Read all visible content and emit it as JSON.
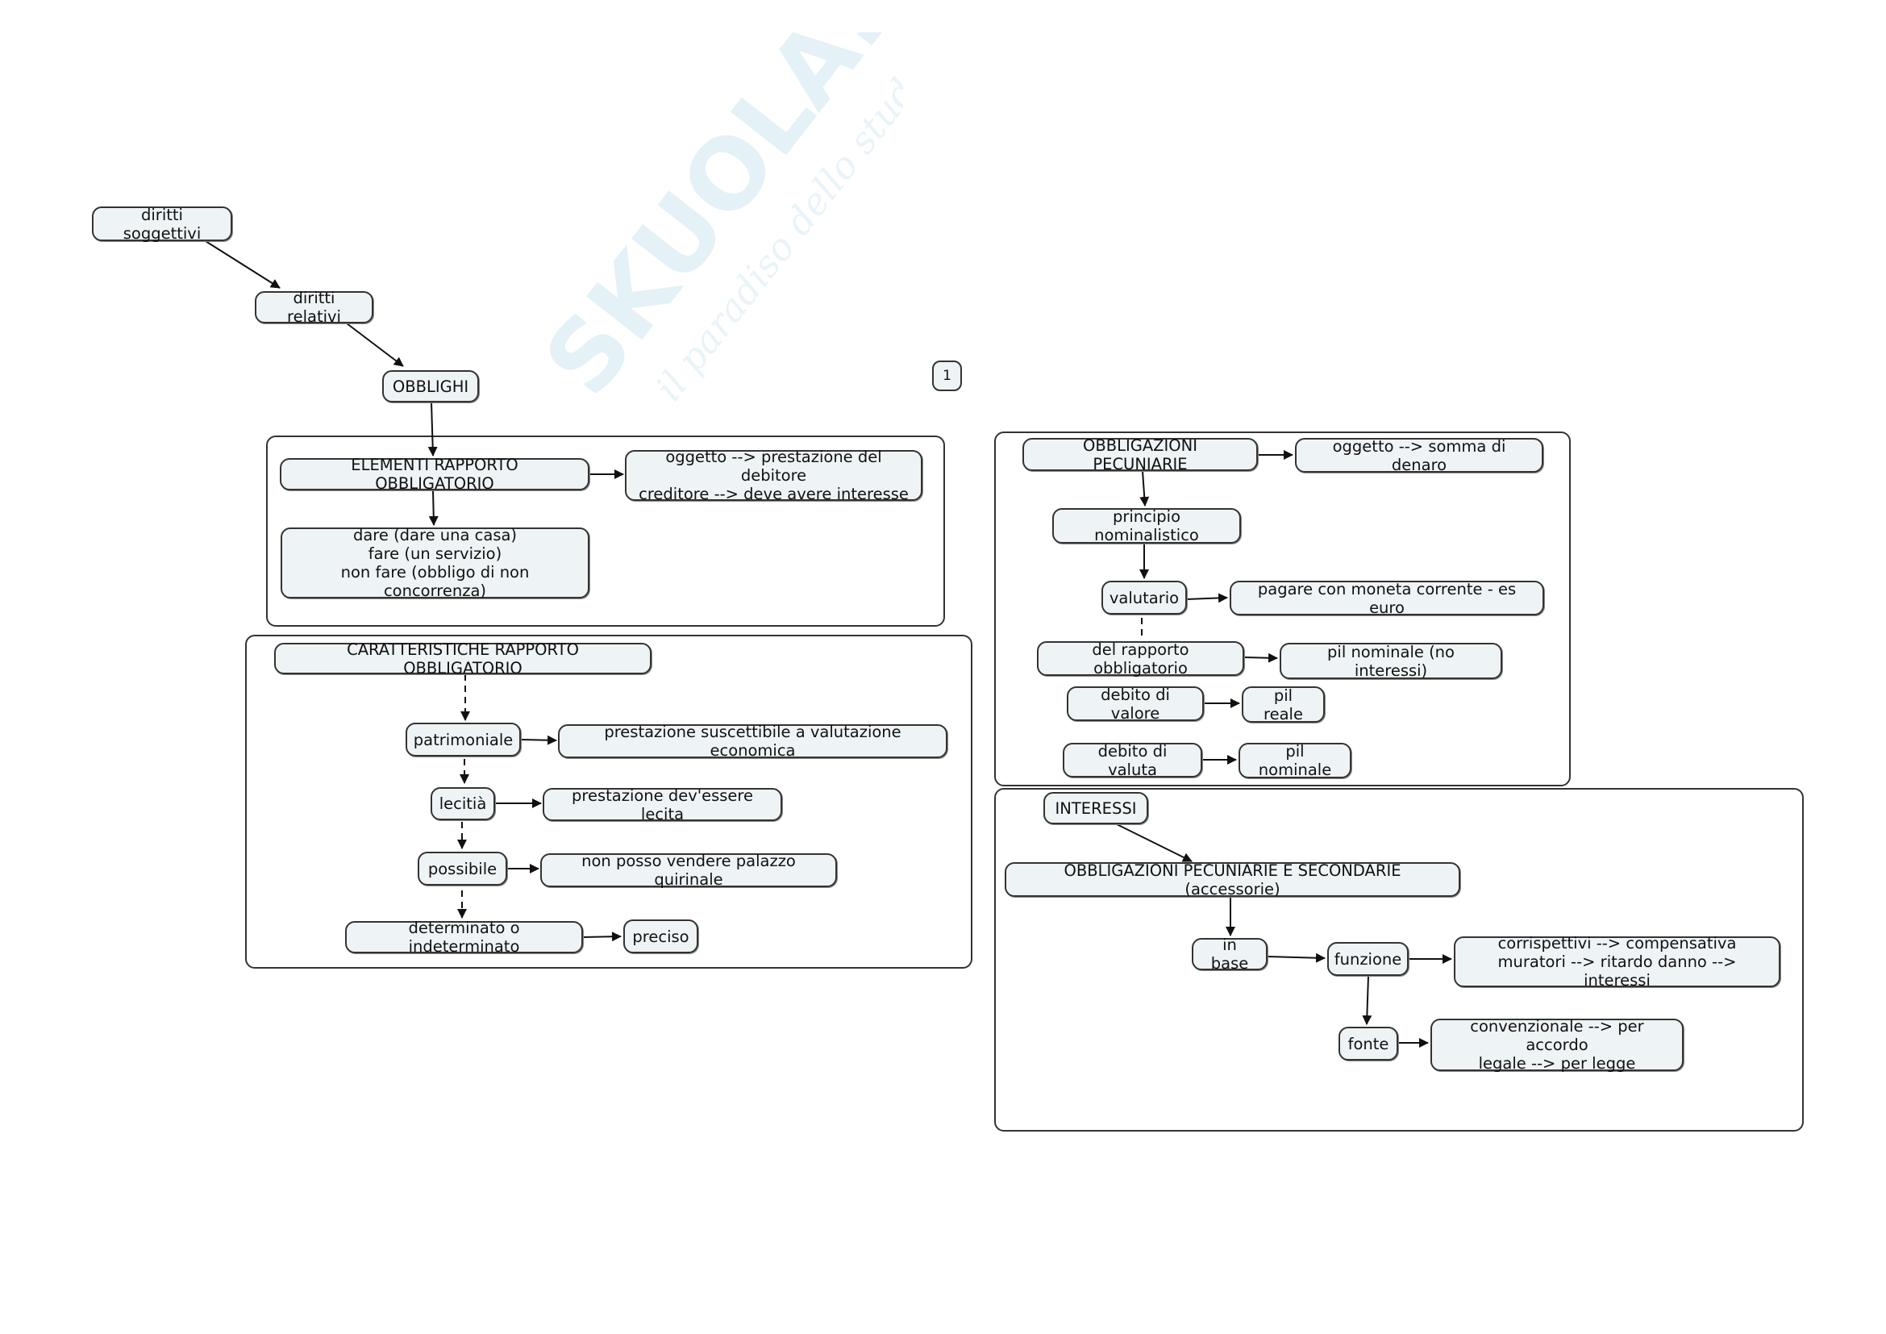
{
  "watermark": {
    "brand": "SKUOLA.net",
    "tagline": "il paradiso dello studente"
  },
  "page_badge": "1",
  "left": {
    "diritti_soggettivi": "diritti soggettivi",
    "diritti_relativi": "diritti relativi",
    "obblighi": "OBBLIGHI",
    "elementi": "ELEMENTI RAPPORTO OBBLIGATORIO",
    "oggetto_creditore": "oggetto --> prestazione del debitore\ncreditore --> deve avere interesse",
    "dare_fare": "dare (dare una casa)\nfare (un servizio)\nnon fare (obbligo di non concorrenza)",
    "caratteristiche": "CARATTERISTICHE RAPPORTO OBBLIGATORIO",
    "patrimoniale": "patrimoniale",
    "patrimoniale_desc": "prestazione suscettibile a valutazione economica",
    "liceita": "lecitià",
    "liceita_desc": "prestazione dev'essere lecita",
    "possibile": "possibile",
    "possibile_desc": "non posso vendere palazzo quirinale",
    "determinato": "determinato o indeterminato",
    "preciso": "preciso"
  },
  "right": {
    "obbligazioni_pecuniarie": "OBBLIGAZIONI PECUNIARIE",
    "oggetto_somma": "oggetto --> somma di denaro",
    "principio": "principio nominalistico",
    "valutario": "valutario",
    "valutario_desc": "pagare con moneta corrente - es euro",
    "del_rapporto": "del rapporto obbligatorio",
    "pil_nominale_no_int": "pil nominale (no interessi)",
    "debito_valore": "debito di valore",
    "pil_reale": "pil reale",
    "debito_valuta": "debito di valuta",
    "pil_nominale": "pil nominale",
    "interessi": "INTERESSI",
    "obbl_pec_sec": "OBBLIGAZIONI PECUNIARIE E SECONDARIE (accessorie)",
    "in_base": "in base",
    "funzione": "funzione",
    "funzione_desc": "corrispettivi --> compensativa\nmuratori --> ritardo danno --> interessi",
    "fonte": "fonte",
    "fonte_desc": "convenzionale --> per accordo\nlegale --> per legge"
  }
}
